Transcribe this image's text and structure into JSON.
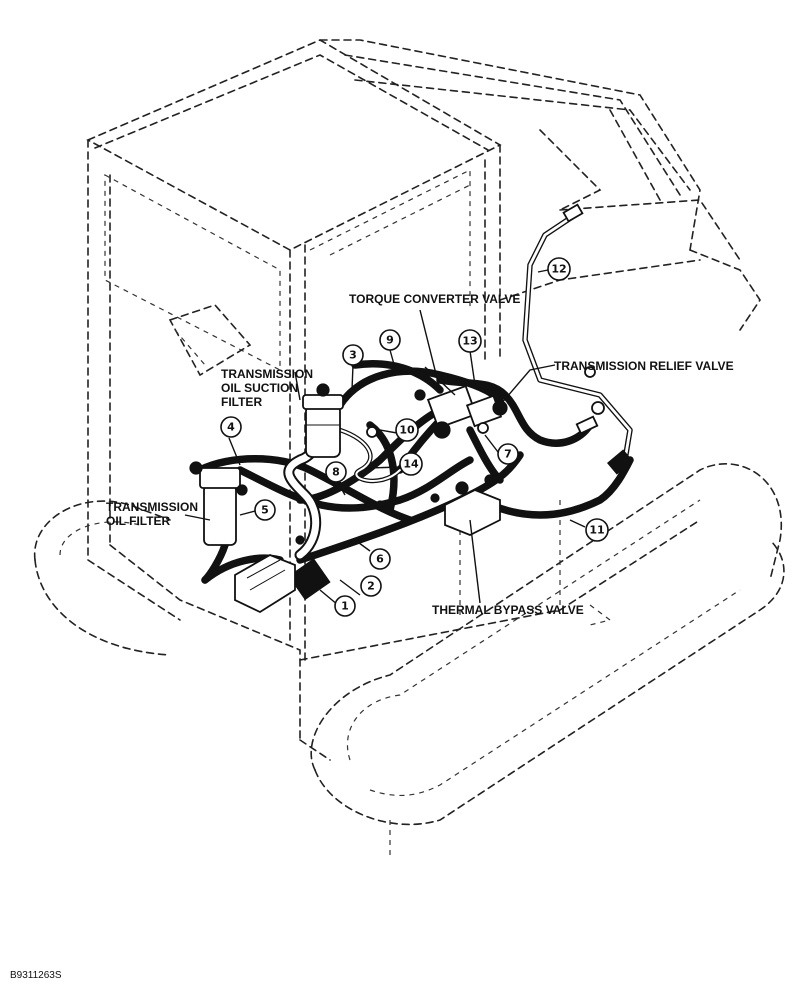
{
  "labels": {
    "suction_filter": [
      "TRANSMISSION",
      "OIL SUCTION",
      "FILTER"
    ],
    "oil_filter": [
      "TRANSMISSION",
      "OIL FILTER"
    ],
    "torque_converter_valve": "TORQUE CONVERTER VALVE",
    "relief_valve": "TRANSMISSION RELIEF VALVE",
    "thermal_bypass_valve": "THERMAL BYPASS VALVE"
  },
  "callouts": [
    "1",
    "2",
    "3",
    "4",
    "5",
    "6",
    "7",
    "8",
    "9",
    "10",
    "11",
    "12",
    "13",
    "14"
  ],
  "figure_code": "B9311263S"
}
